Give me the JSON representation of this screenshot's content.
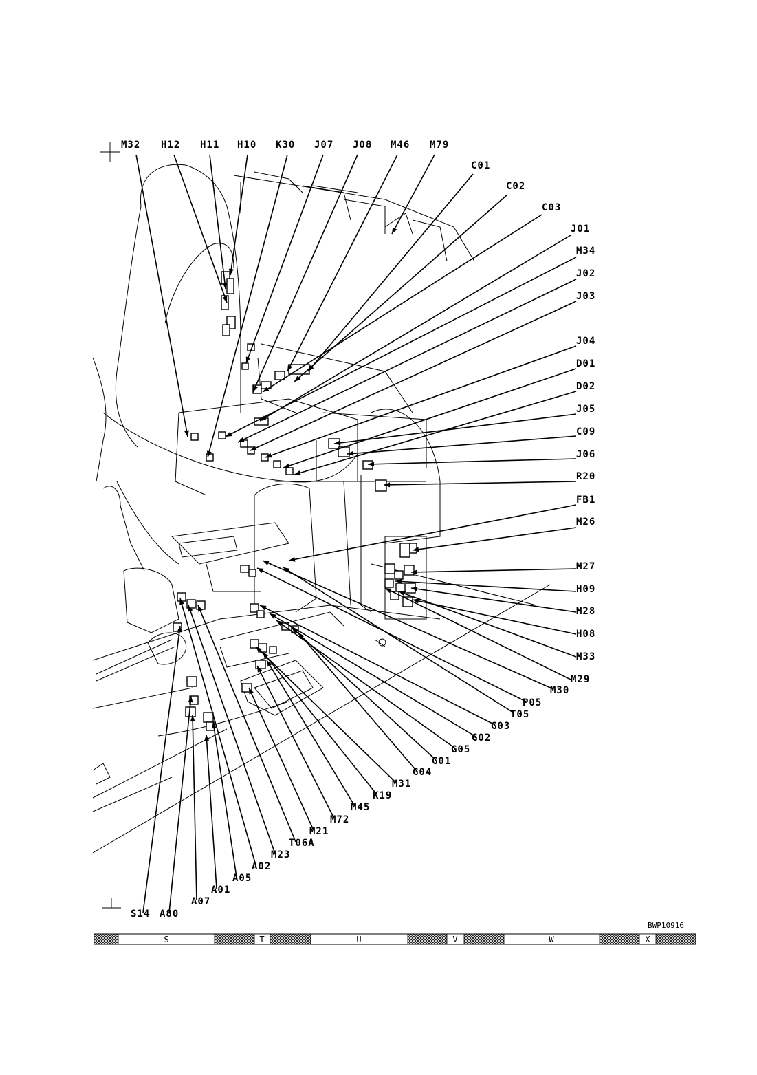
{
  "figure_id": "BWP10916",
  "labels": {
    "top": [
      "M32",
      "H12",
      "H11",
      "H10",
      "K30",
      "J07",
      "J08",
      "M46",
      "M79"
    ],
    "right": [
      "C01",
      "C02",
      "C03",
      "J01",
      "M34",
      "J02",
      "J03",
      "J04",
      "D01",
      "D02",
      "J05",
      "C09",
      "J06",
      "R20",
      "FB1",
      "M26",
      "M27",
      "H09",
      "M28",
      "H08",
      "M33",
      "M29",
      "M30",
      "P05",
      "T05",
      "G03",
      "G02",
      "G05",
      "G01",
      "G04",
      "M31",
      "K19",
      "M45",
      "M72",
      "M21",
      "T06A",
      "M23",
      "A02",
      "A05",
      "A01",
      "A07",
      "A80",
      "S14"
    ]
  },
  "zones": [
    "S",
    "T",
    "U",
    "V",
    "W",
    "X"
  ]
}
